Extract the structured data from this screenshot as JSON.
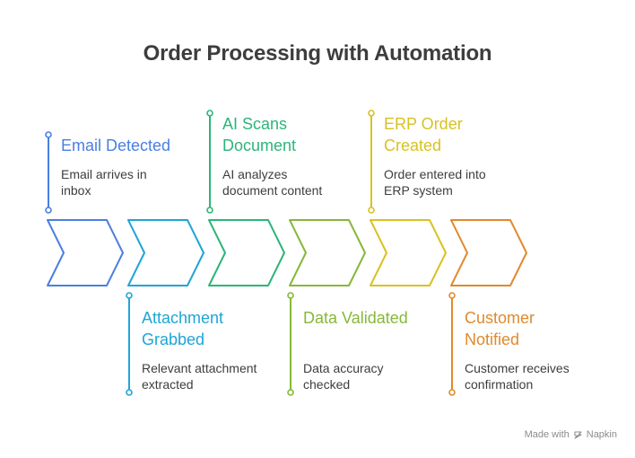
{
  "title": "Order Processing with Automation",
  "steps": [
    {
      "title": "Email Detected",
      "description": "Email arrives in\ninbox",
      "color": "#4a7fe0",
      "position": "top"
    },
    {
      "title": "Attachment\nGrabbed",
      "description": "Relevant attachment\nextracted",
      "color": "#1fa5d6",
      "position": "bottom"
    },
    {
      "title": "AI Scans\nDocument",
      "description": "AI analyzes\ndocument content",
      "color": "#2db57a",
      "position": "top"
    },
    {
      "title": "Data Validated",
      "description": "Data accuracy\nchecked",
      "color": "#86b83a",
      "position": "bottom"
    },
    {
      "title": "ERP Order\nCreated",
      "description": "Order entered into\nERP system",
      "color": "#d8c222",
      "position": "top"
    },
    {
      "title": "Customer\nNotified",
      "description": "Customer receives\nconfirmation",
      "color": "#e08a2e",
      "position": "bottom"
    }
  ],
  "footer": {
    "made_with": "Made with",
    "brand": "Napkin"
  }
}
